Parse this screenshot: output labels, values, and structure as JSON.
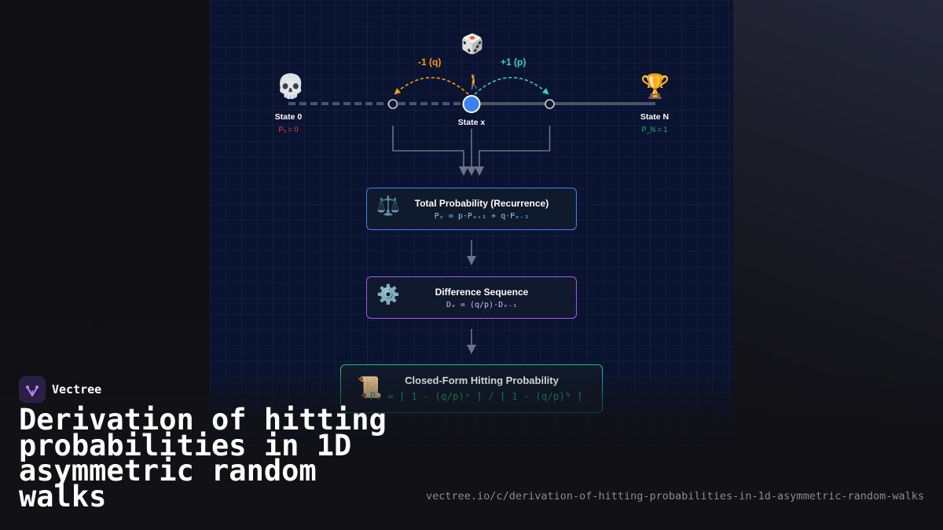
{
  "diagram": {
    "dice_icon": "🎲",
    "walker_icon": "🚶",
    "step_left_label": "-1 (q)",
    "step_right_label": "+1 (p)",
    "states": {
      "zero": {
        "icon": "💀",
        "label": "State 0",
        "sub": "P₀ = 0"
      },
      "x": {
        "label": "State x"
      },
      "n": {
        "icon": "🏆",
        "label": "State N",
        "sub": "P_N = 1"
      }
    },
    "boxes": [
      {
        "icon": "⚖️",
        "title": "Total Probability (Recurrence)",
        "formula": "Pₓ = p·Pₓ₊₁ + q·Pₓ₋₁"
      },
      {
        "icon": "⚙️",
        "title": "Difference Sequence",
        "formula": "Dₓ = (q/p)·Dₓ₋₁"
      },
      {
        "icon": "📜",
        "title": "Closed-Form Hitting Probability",
        "formula": "Pₓ = [ 1 - (q/p)ˣ ] / [ 1 - (q/p)ᴺ ]"
      }
    ],
    "colors": {
      "panel": "#0a1430",
      "left_step": "#f59e0b",
      "right_step": "#2dd4bf",
      "current_node": "#3b82f6",
      "state0_sub": "#ef4444",
      "stateN_sub": "#10b981",
      "box1_border": "#3b82f6",
      "box2_border": "#a855f7",
      "box3_border": "#10b981"
    }
  },
  "brand": {
    "name": "Vectree",
    "logo_icon": "vectree-logo-icon",
    "accent": "#a855f7"
  },
  "title": "Derivation of hitting probabilities in 1D asymmetric random walks",
  "url": "vectree.io/c/derivation-of-hitting-probabilities-in-1d-asymmetric-random-walks"
}
